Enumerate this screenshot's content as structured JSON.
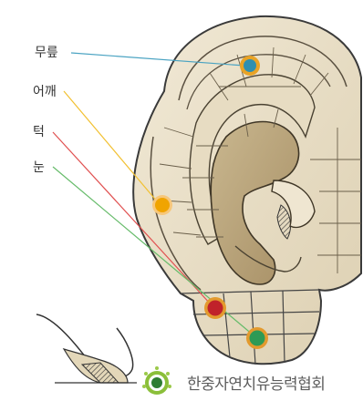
{
  "labels": {
    "knee": "무릎",
    "shoulder": "어깨",
    "jaw": "턱",
    "eye": "눈"
  },
  "organization": "한중자연치유능력협회",
  "colors": {
    "knee_point": "#2f8fb0",
    "shoulder_point": "#f0a400",
    "jaw_point": "#c0222a",
    "eye_point": "#2e9a55",
    "knee_line": "#4aa3c2",
    "shoulder_line": "#f2c030",
    "jaw_line": "#e05050",
    "eye_line": "#66bb6a"
  }
}
